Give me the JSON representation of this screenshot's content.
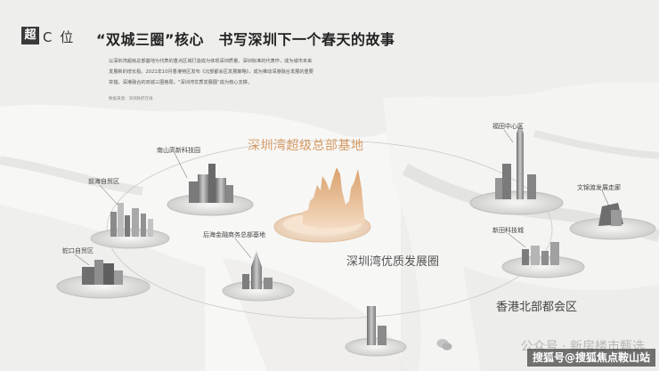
{
  "section_tag": {
    "box_char": "超",
    "rest": "C 位"
  },
  "headline": "“双城三圈”核心　书写深圳下一个春天的故事",
  "description": [
    "以深圳湾超级总部基地为代表的重点区域打造成为体现深圳质量、深圳标准的代表作，成为城市未来",
    "发展新的增长极。2021年10月香港特区发布《北部都会区发展策略》，成为推动深港融合发展的重要",
    "举措，深港融合的双城三圈格局，“深圳湾优质发展圈”成为核心支撑。"
  ],
  "source_note": "数据来源：深圳政府在线",
  "labels": {
    "main_base": "深圳湾超级总部基地",
    "nanshan": "南山高新科技园",
    "qianhai": "前海自贸区",
    "shekou": "蛇口自贸区",
    "houhai": "后海金融商务总部基地",
    "futian": "福田中心区",
    "wenjin": "文锦渡发展走廊",
    "xintian": "新田科技城",
    "quality_circle": "深圳湾优质发展圈",
    "hk_north": "香港北部都会区"
  },
  "watermark": {
    "icon": "wechat-icon",
    "text": "公众号 · 新房楼市甄选"
  },
  "badge_text": "搜狐号@搜狐焦点鞍山站",
  "colors": {
    "accent": "#d79a63",
    "background": "#eeeeec",
    "dark": "#3a3a3a"
  }
}
